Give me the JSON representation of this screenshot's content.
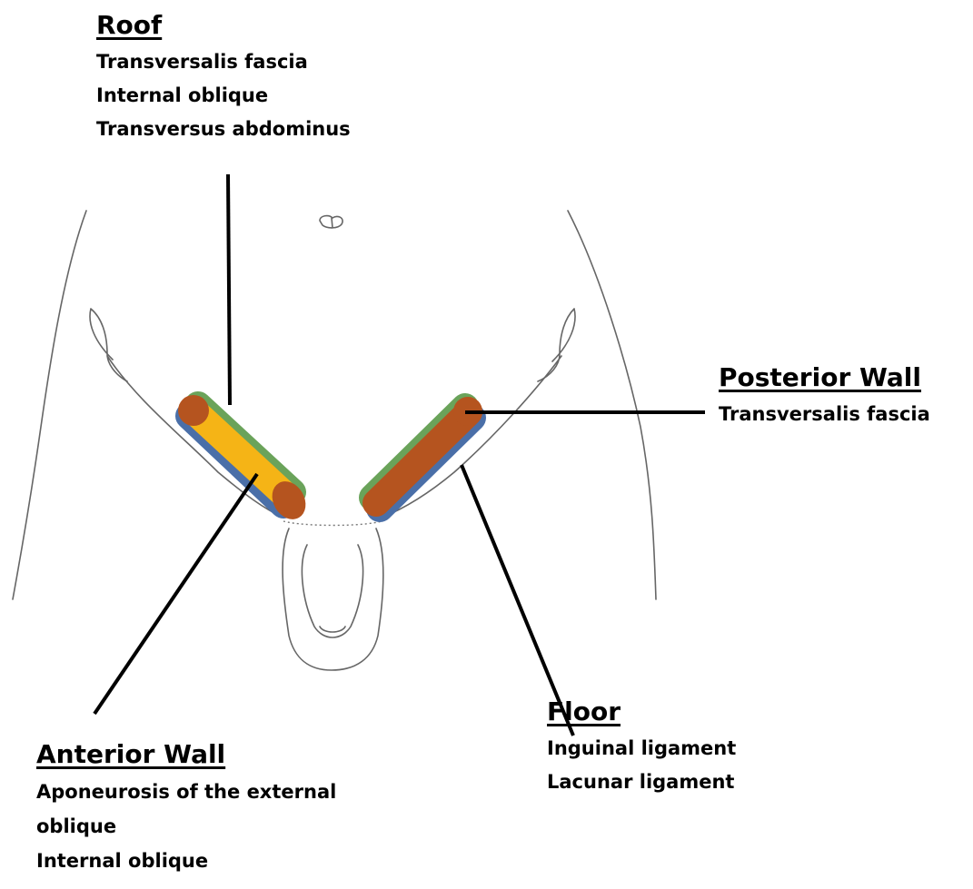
{
  "labels": {
    "roof": {
      "heading": "Roof",
      "items": [
        "Transversalis fascia",
        "Internal oblique",
        "Transversus abdominus"
      ]
    },
    "posterior_wall": {
      "heading": "Posterior Wall",
      "items": [
        "Transversalis fascia"
      ]
    },
    "floor": {
      "heading": "Floor",
      "items": [
        "Inguinal ligament",
        "Lacunar ligament"
      ]
    },
    "anterior_wall": {
      "heading": "Anterior Wall",
      "items": [
        "Aponeurosis of the external",
        "oblique",
        "Internal oblique"
      ]
    }
  },
  "colors": {
    "outline": "#555555",
    "leader_line": "#000000",
    "canal_fill": "#f5b416",
    "canal_ring": "#b5541f",
    "canal_edge_green": "#6aa35a",
    "canal_edge_blue": "#4a6fa8"
  }
}
